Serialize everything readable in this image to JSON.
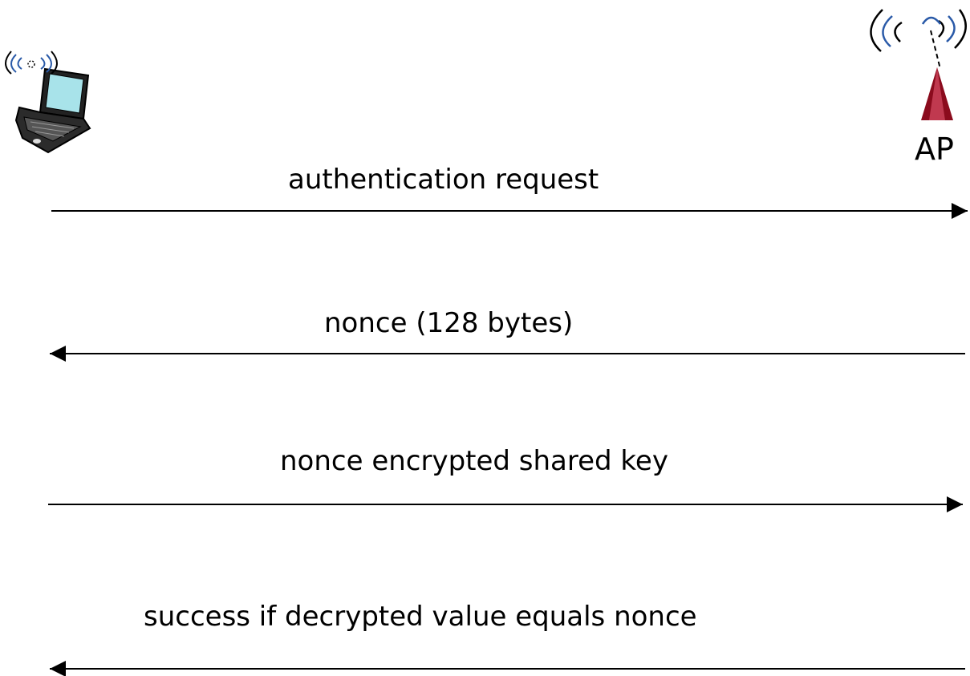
{
  "diagram": {
    "access_point_label": "AP",
    "messages": [
      {
        "text": "authentication request",
        "direction": "right"
      },
      {
        "text": "nonce (128 bytes)",
        "direction": "left"
      },
      {
        "text": "nonce encrypted shared key",
        "direction": "right"
      },
      {
        "text": "success if decrypted value equals nonce",
        "direction": "left"
      }
    ],
    "icons": {
      "client": "laptop-icon",
      "client_signal": "wireless-signal-icon",
      "access_point": "access-point-tower-icon",
      "access_point_signal": "wireless-signal-icon"
    },
    "colors": {
      "arrow": "#000000",
      "tower": "#8b0b1d",
      "tower_highlight": "#c0394f",
      "signal": "#2a5aa8",
      "laptop_screen": "#a8e3ea"
    }
  }
}
